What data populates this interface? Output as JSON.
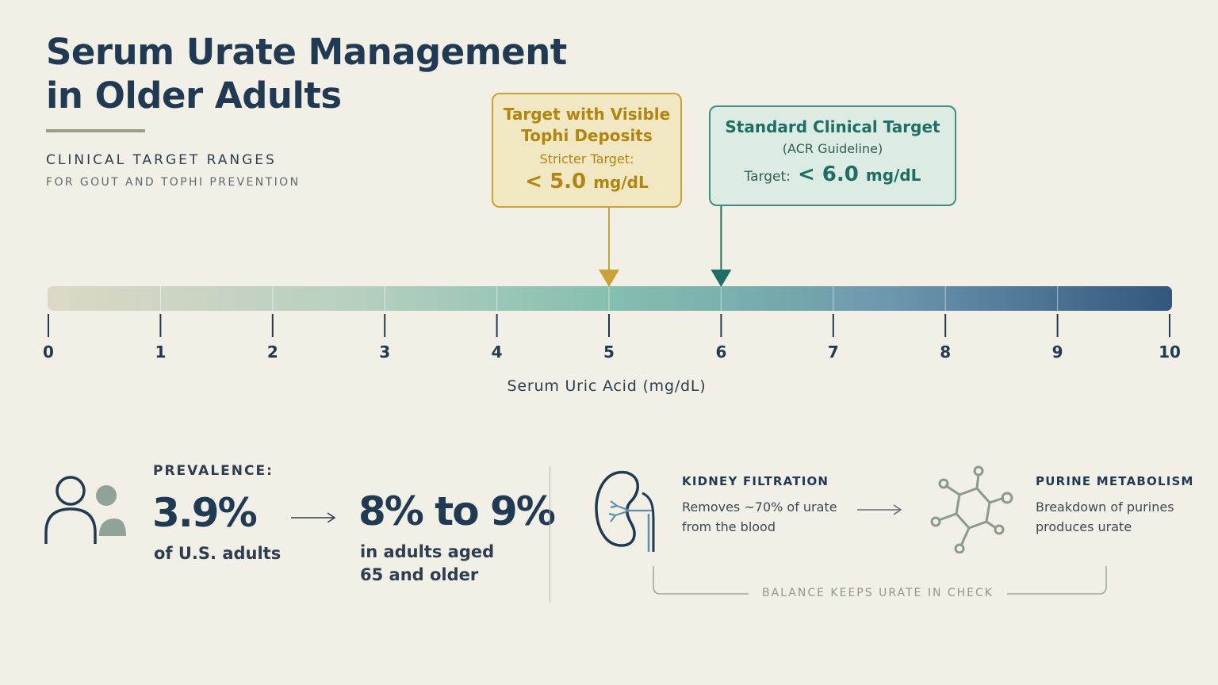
{
  "header": {
    "title_line1": "Serum Urate Management",
    "title_line2": "in Older Adults",
    "subtitle_line1": "CLINICAL TARGET RANGES",
    "subtitle_line2": "FOR GOUT AND TOPHI PREVENTION"
  },
  "scale": {
    "min": 0,
    "max": 10,
    "tick_labels": [
      "0",
      "1",
      "2",
      "3",
      "4",
      "5",
      "6",
      "7",
      "8",
      "9",
      "10"
    ],
    "axis_title": "Serum Uric Acid (mg/dL)"
  },
  "callouts": {
    "tophi": {
      "title_line1": "Target with Visible",
      "title_line2": "Tophi Deposits",
      "label": "Stricter Target:",
      "value": "< 5.0",
      "unit": "mg/dL",
      "marker_value": 5.0,
      "color": "#c9a23a"
    },
    "standard": {
      "title": "Standard Clinical Target",
      "subtitle": "(ACR Guideline)",
      "label": "Target:",
      "value": "< 6.0",
      "unit": "mg/dL",
      "marker_value": 6.0,
      "color": "#1f6e66"
    }
  },
  "prevalence": {
    "label": "PREVALENCE:",
    "value_general": "3.9%",
    "desc_general": "of U.S. adults",
    "value_older": "8% to 9%",
    "desc_older_line1": "in adults aged",
    "desc_older_line2": "65 and older"
  },
  "mechanisms": {
    "kidney": {
      "heading": "KIDNEY FILTRATION",
      "body_line1": "Removes ~70% of urate",
      "body_line2": "from the blood"
    },
    "purine": {
      "heading": "PURINE METABOLISM",
      "body_line1": "Breakdown of purines",
      "body_line2": "produces urate"
    },
    "balance_note": "BALANCE KEEPS URATE IN CHECK"
  },
  "icons": [
    "people-icon",
    "arrow-right-icon",
    "kidney-icon",
    "molecule-icon"
  ]
}
